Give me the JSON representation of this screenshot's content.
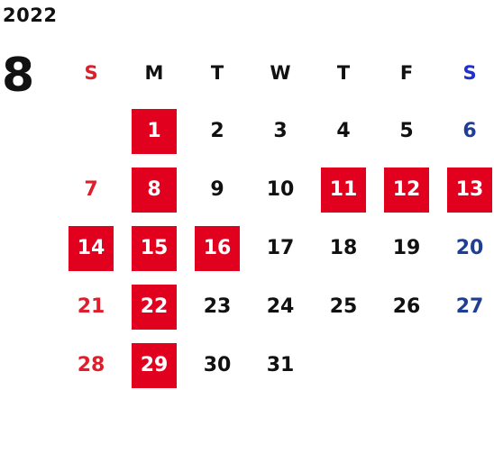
{
  "calendar": {
    "year": "2022",
    "month": "8",
    "weekdays": [
      "S",
      "M",
      "T",
      "W",
      "T",
      "F",
      "S"
    ],
    "highlight_color": "#e2001f",
    "sunday_color": "#e01e2b",
    "saturday_color": "#1f3f95",
    "weeks": [
      [
        {
          "day": "",
          "type": "empty",
          "highlighted": false
        },
        {
          "day": "1",
          "type": "weekday",
          "highlighted": true
        },
        {
          "day": "2",
          "type": "weekday",
          "highlighted": false
        },
        {
          "day": "3",
          "type": "weekday",
          "highlighted": false
        },
        {
          "day": "4",
          "type": "weekday",
          "highlighted": false
        },
        {
          "day": "5",
          "type": "weekday",
          "highlighted": false
        },
        {
          "day": "6",
          "type": "saturday",
          "highlighted": false
        }
      ],
      [
        {
          "day": "7",
          "type": "sunday",
          "highlighted": false
        },
        {
          "day": "8",
          "type": "weekday",
          "highlighted": true
        },
        {
          "day": "9",
          "type": "weekday",
          "highlighted": false
        },
        {
          "day": "10",
          "type": "weekday",
          "highlighted": false
        },
        {
          "day": "11",
          "type": "weekday",
          "highlighted": true
        },
        {
          "day": "12",
          "type": "weekday",
          "highlighted": true
        },
        {
          "day": "13",
          "type": "saturday",
          "highlighted": true
        }
      ],
      [
        {
          "day": "14",
          "type": "sunday",
          "highlighted": true
        },
        {
          "day": "15",
          "type": "weekday",
          "highlighted": true
        },
        {
          "day": "16",
          "type": "weekday",
          "highlighted": true
        },
        {
          "day": "17",
          "type": "weekday",
          "highlighted": false
        },
        {
          "day": "18",
          "type": "weekday",
          "highlighted": false
        },
        {
          "day": "19",
          "type": "weekday",
          "highlighted": false
        },
        {
          "day": "20",
          "type": "saturday",
          "highlighted": false
        }
      ],
      [
        {
          "day": "21",
          "type": "sunday",
          "highlighted": false
        },
        {
          "day": "22",
          "type": "weekday",
          "highlighted": true
        },
        {
          "day": "23",
          "type": "weekday",
          "highlighted": false
        },
        {
          "day": "24",
          "type": "weekday",
          "highlighted": false
        },
        {
          "day": "25",
          "type": "weekday",
          "highlighted": false
        },
        {
          "day": "26",
          "type": "weekday",
          "highlighted": false
        },
        {
          "day": "27",
          "type": "saturday",
          "highlighted": false
        }
      ],
      [
        {
          "day": "28",
          "type": "sunday",
          "highlighted": false
        },
        {
          "day": "29",
          "type": "weekday",
          "highlighted": true
        },
        {
          "day": "30",
          "type": "weekday",
          "highlighted": false
        },
        {
          "day": "31",
          "type": "weekday",
          "highlighted": false
        },
        {
          "day": "",
          "type": "empty",
          "highlighted": false
        },
        {
          "day": "",
          "type": "empty",
          "highlighted": false
        },
        {
          "day": "",
          "type": "empty",
          "highlighted": false
        }
      ]
    ]
  }
}
